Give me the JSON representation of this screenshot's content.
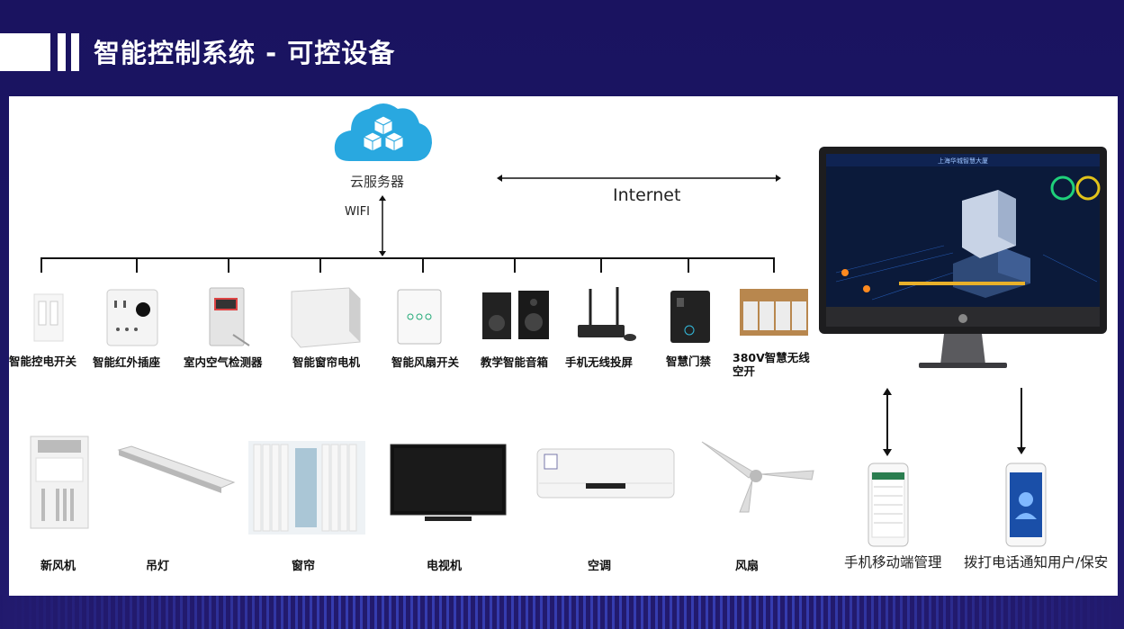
{
  "page": {
    "title": "智能控制系统 - 可控设备"
  },
  "cloud": {
    "label": "云服务器",
    "icon": "cloud-cubes-icon",
    "color": "#29a8e0"
  },
  "links": {
    "wifi": "WIFI",
    "internet": "Internet"
  },
  "monitor_screen": {
    "header": "上海华城智慧大厦"
  },
  "devices": [
    {
      "label": "智能控电开关",
      "icon": "smart-switch-icon"
    },
    {
      "label": "智能红外插座",
      "icon": "ir-socket-icon"
    },
    {
      "label": "室内空气检测器",
      "icon": "air-detector-icon"
    },
    {
      "label": "智能窗帘电机",
      "icon": "curtain-motor-icon"
    },
    {
      "label": "智能风扇开关",
      "icon": "fan-switch-icon"
    },
    {
      "label": "教学智能音箱",
      "icon": "speaker-icon"
    },
    {
      "label": "手机无线投屏",
      "icon": "router-icon"
    },
    {
      "label": "智慧门禁",
      "icon": "door-access-icon"
    },
    {
      "label": "380V智慧无线空开",
      "icon": "breaker-icon"
    }
  ],
  "appliances": [
    {
      "label": "新风机",
      "icon": "fresh-air-unit-icon"
    },
    {
      "label": "吊灯",
      "icon": "ceiling-lamp-icon"
    },
    {
      "label": "窗帘",
      "icon": "curtain-icon"
    },
    {
      "label": "电视机",
      "icon": "tv-icon"
    },
    {
      "label": "空调",
      "icon": "air-conditioner-icon"
    },
    {
      "label": "风扇",
      "icon": "ceiling-fan-icon"
    }
  ],
  "phones": [
    {
      "label": "手机移动端管理",
      "icon": "phone-app-icon"
    },
    {
      "label": "拨打电话通知用户/保安",
      "icon": "phone-call-icon"
    }
  ]
}
